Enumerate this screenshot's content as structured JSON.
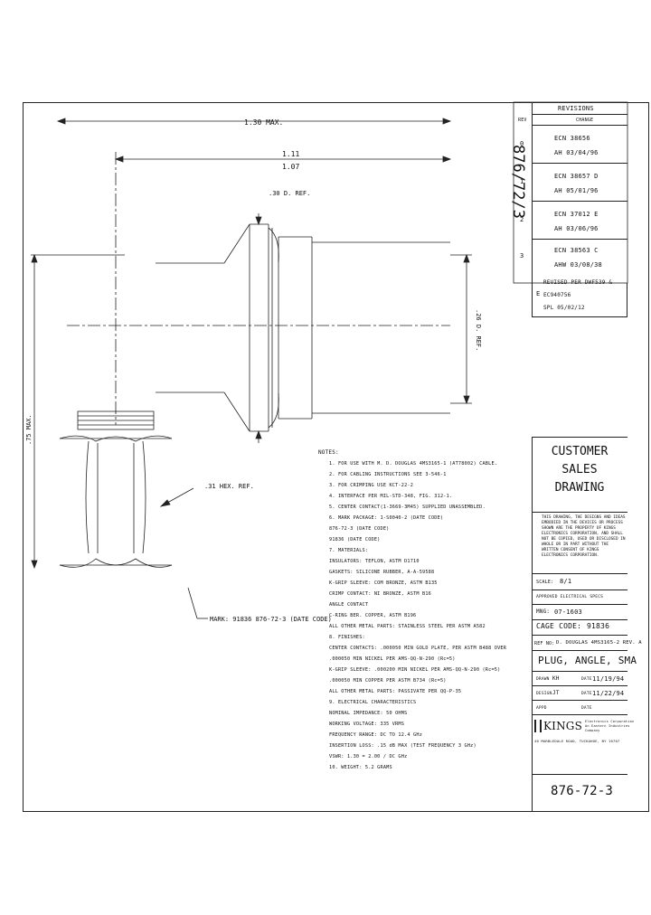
{
  "drawing": {
    "dims": {
      "overall_length": "1.30 MAX.",
      "length": "1.11",
      "length_sub": "1.07",
      "ref_dim": ".30 D. REF.",
      "side_dim": ".26 D. REF.",
      "height": ".75 MAX.",
      "hex": ".31 HEX. REF."
    },
    "vertical_number": "876/72/3",
    "marking": "MARK: 91836 876-72-3 (DATE CODE)"
  },
  "revisions": {
    "title": "REVISIONS",
    "header_rev": "REV",
    "header_change": "CHANGE",
    "rows": [
      {
        "rev": "0",
        "line1": "ECN 38656",
        "line2": "AH  03/04/96"
      },
      {
        "rev": "1",
        "line1": "ECN 38657 D",
        "line2": "AH  05/01/96"
      },
      {
        "rev": "2",
        "line1": "ECN 37012 E",
        "line2": "AH  03/06/96"
      },
      {
        "rev": "3",
        "line1": "ECN 38563 C",
        "line2": "AHW 03/08/38"
      },
      {
        "rev": "E",
        "line1": "REVISED PER DWF539 &",
        "line2": "EC940756",
        "line3": "SPL      05/02/12"
      }
    ]
  },
  "notes": {
    "title": "NOTES:",
    "lines": [
      "1. FOR USE WITH M. D. DOUGLAS 4MS3165-1 (AT78002) CABLE.",
      "2. FOR CABLING INSTRUCTIONS SEE 3-546-1",
      "3. FOR CRIMPING USE KCT-22-2",
      "4. INTERFACE PER MIL-STD-348, FIG. 312-1.",
      "5. CENTER CONTACT(1-3669-3M45) SUPPLIED UNASSEMBLED.",
      "6. MARK PACKAGE: 1-S0040-2 (DATE CODE)",
      "                 876-72-3 (DATE CODE)",
      "                 91836 (DATE CODE)",
      "7. MATERIALS:",
      "   INSULATORS: TEFLON, ASTM D1710",
      "   GASKETS: SILICONE RUBBER, A-A-59588",
      "   K-GRIP SLEEVE: COM BRONZE, ASTM B135",
      "   CRIMP CONTACT: NI BRONZE, ASTM B16",
      "   ANGLE CONTACT",
      "   C-RING            BER. COPPER, ASTM B196",
      "   ALL OTHER METAL PARTS: STAINLESS STEEL PER ASTM A582",
      "8. FINISHES:",
      "   CENTER CONTACTS: .000050 MIN GOLD PLATE, PER ASTM B488 OVER",
      "                    .000050 MIN NICKEL PER AMS-QQ-N-290 (Rc=5)",
      "   K-GRIP SLEEVE: .000200 MIN NICKEL PER AMS-QQ-N-290 (Rc=5)",
      "                  .000050 MIN COPPER PER ASTM B734 (Rc=5)",
      "   ALL OTHER METAL PARTS: PASSIVATE PER QQ-P-35",
      "9. ELECTRICAL CHARACTERISTICS",
      "   NOMINAL IMPEDANCE: 50 OHMS",
      "   WORKING VOLTAGE: 335 VRMS",
      "   FREQUENCY RANGE: DC TO 12.4 GHz",
      "   INSERTION LOSS: .15 dB MAX (TEST FREQUENCY 3 GHz)",
      "   VSWR: 1.30 = 2.00 / DC GHz",
      "10. WEIGHT: 5.2 GRAMS"
    ]
  },
  "title_block": {
    "customer_title": [
      "CUSTOMER",
      "SALES",
      "DRAWING"
    ],
    "proprietary": "THIS DRAWING, THE DESIGNS AND IDEAS EMBODIED IN THE DEVICES OR PROCESS SHOWN ARE THE PROPERTY OF KINGS ELECTRONICS CORPORATION, AND SHALL NOT BE COPIED, USED OR DISCLOSED IN WHOLE OR IN PART WITHOUT THE WRITTEN CONSENT OF KINGS ELECTRONICS CORPORATION.",
    "scale_label": "SCALE:",
    "scale_value": "8/1",
    "approved": "APPROVED ELECTRICAL SPECS",
    "mng_label": "MNG:",
    "mng_value": "07-1603",
    "case_code_label": "CAGE CODE:",
    "case_code_value": "91836",
    "ref_label": "REF NO:",
    "ref_value": "D. DOUGLAS 4MS3165-2 REV. A",
    "title": "PLUG, ANGLE, SMA",
    "drawn_label": "DRAWN",
    "drawn_value": "KH",
    "drawn_date_label": "DATE",
    "drawn_date": "11/19/94",
    "design_label": "DESIGN",
    "design_value": "JT",
    "design_date_label": "DATE",
    "design_date": "11/22/94",
    "appd_label": "APPD",
    "appd_date_label": "DATE",
    "company_name": "KINGS",
    "company_lines": [
      "Electronics Corporation",
      "An Eastern Industries",
      "Company"
    ],
    "address": "40 MARBLEDALE ROAD, TUCKAHOE, NY 10707",
    "drawing_number": "876-72-3"
  }
}
